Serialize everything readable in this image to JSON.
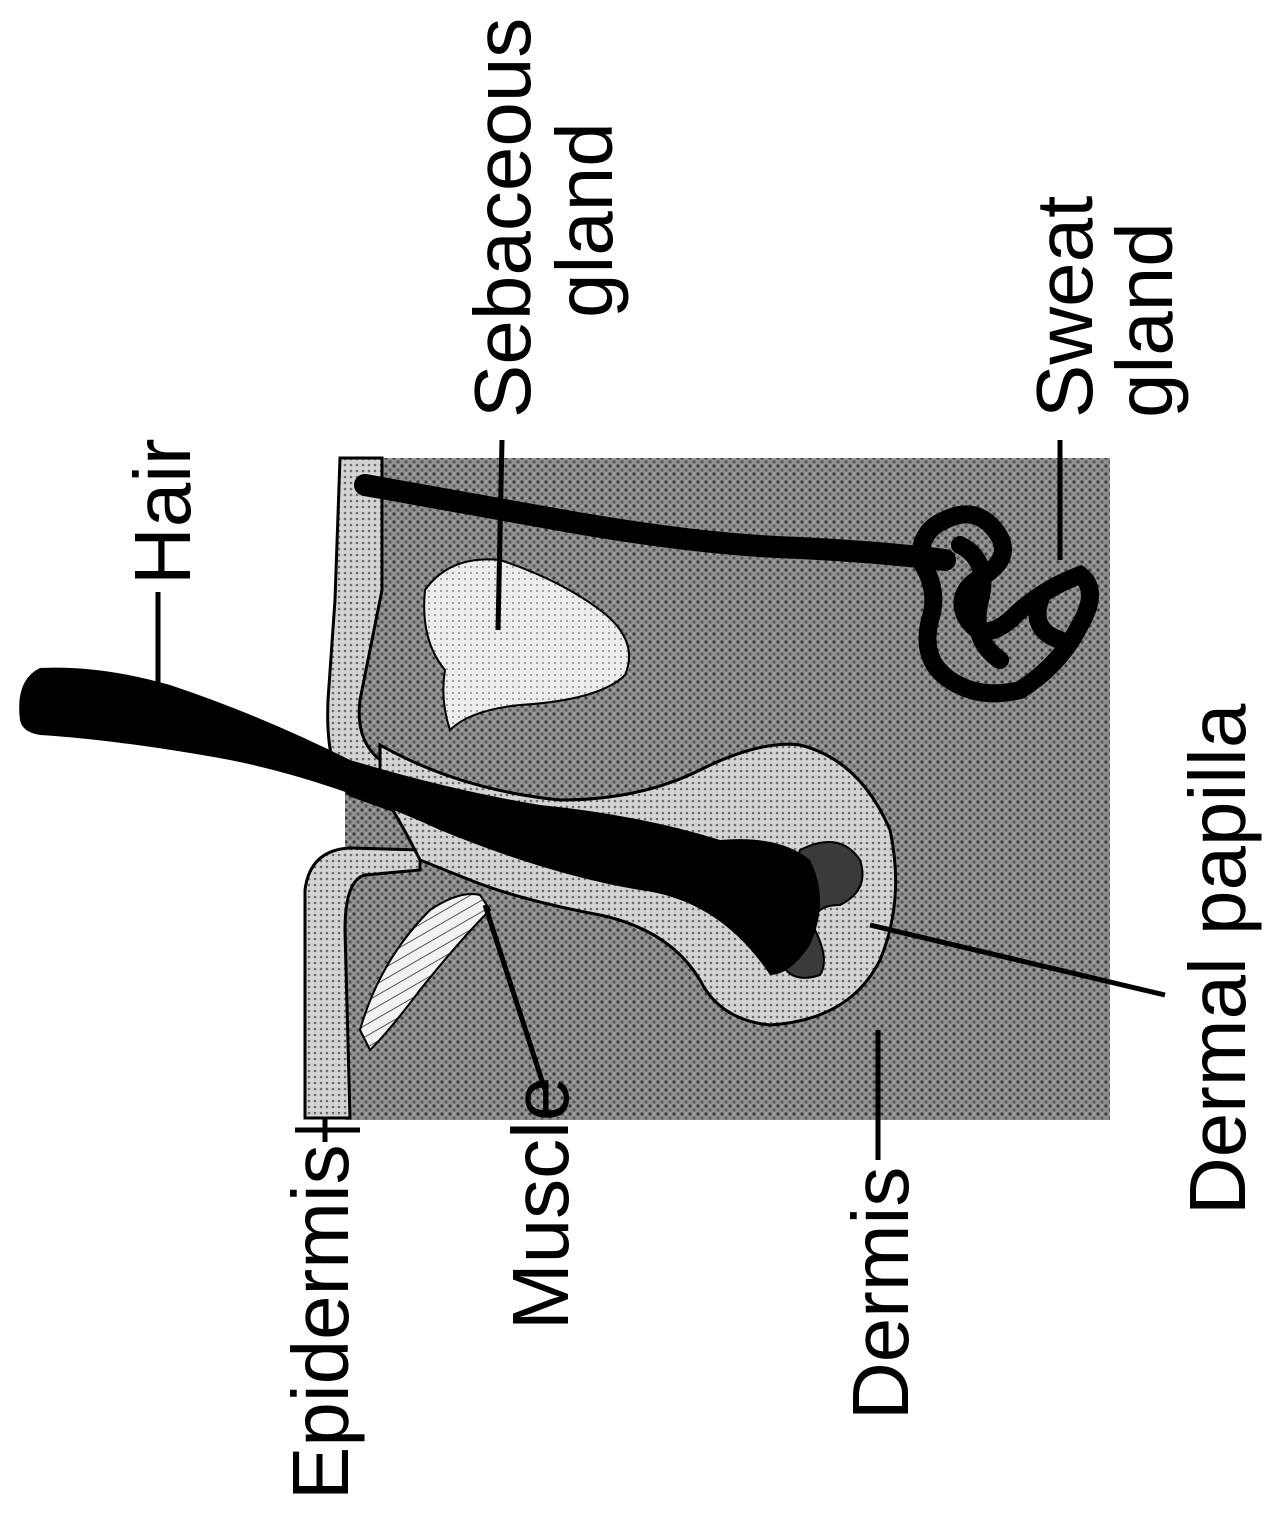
{
  "labels": {
    "hair": "Hair",
    "sebaceous_line1": "Sebaceous",
    "sebaceous_line2": "gland",
    "sweat_line1": "Sweat",
    "sweat_line2": "gland",
    "epidermis": "Epidermis",
    "muscle": "Muscle",
    "dermis": "Dermis",
    "dermal_papilla": "Dermal papilla"
  },
  "colors": {
    "ink": "#000000",
    "dermis_tone": "#8f8f8f",
    "epidermis_tone": "#d4d4d4",
    "sebaceous_tone": "#e6e6e6",
    "muscle_tone": "#f0f0f0"
  }
}
